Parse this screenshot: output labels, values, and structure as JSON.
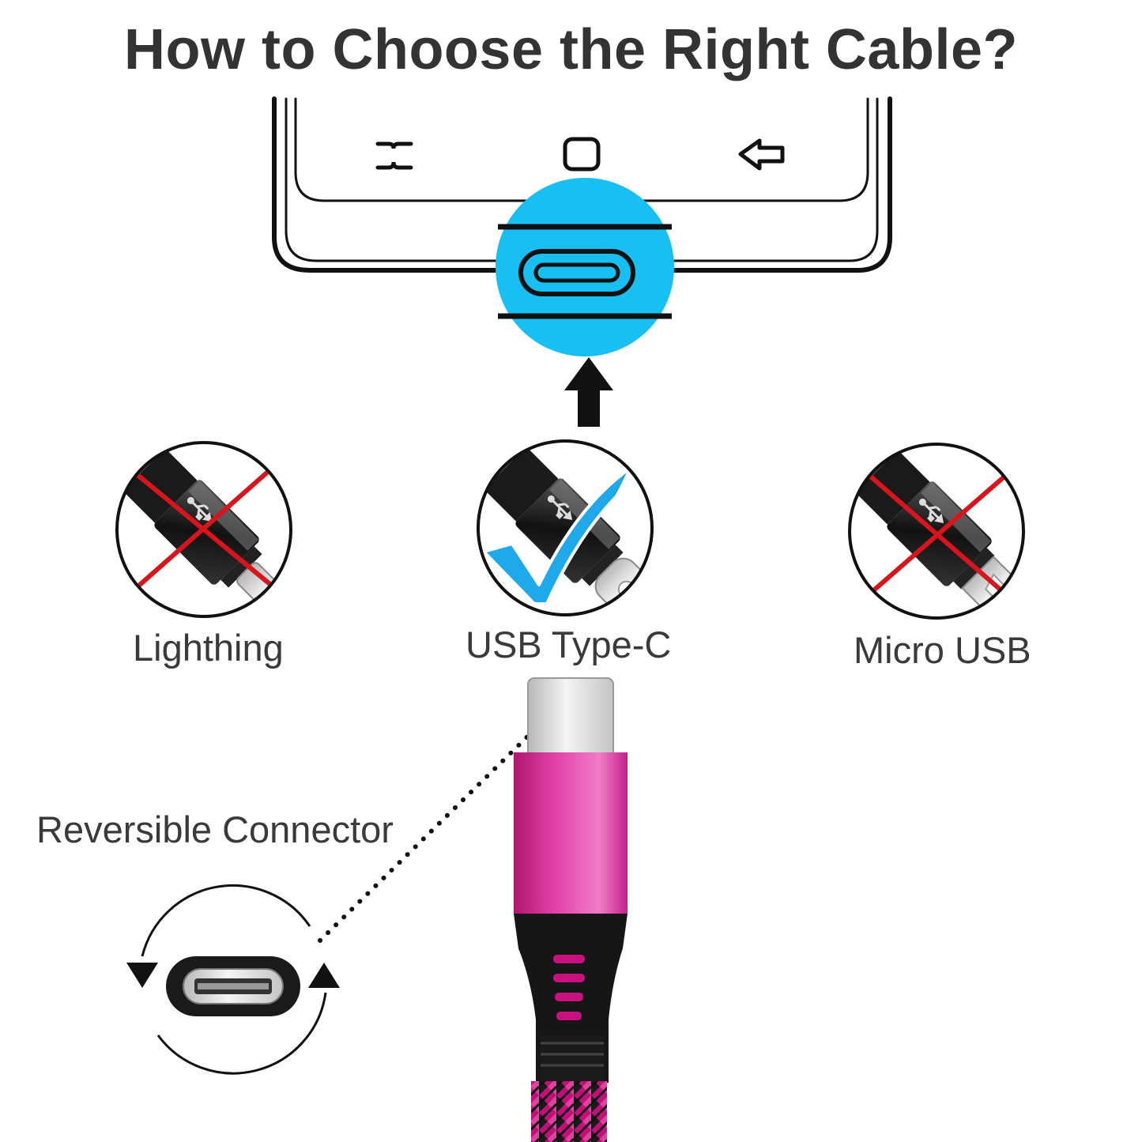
{
  "title": "How to Choose the Right Cable?",
  "options": [
    {
      "label": "Lighthing",
      "status": "incorrect",
      "mark": "red-x"
    },
    {
      "label": "USB Type-C",
      "status": "correct",
      "mark": "blue-check"
    },
    {
      "label": "Micro USB",
      "status": "incorrect",
      "mark": "red-x"
    }
  ],
  "reversible_label": "Reversible Connector",
  "colors": {
    "port_highlight": "#18bff2",
    "check": "#1fa8ea",
    "cross": "#d8141c",
    "cable_shell": "#e040a8"
  },
  "icons": [
    "recent-apps-icon",
    "home-icon",
    "back-icon",
    "usb-symbol-icon",
    "arrow-up-icon",
    "rotate-arrows-icon"
  ]
}
